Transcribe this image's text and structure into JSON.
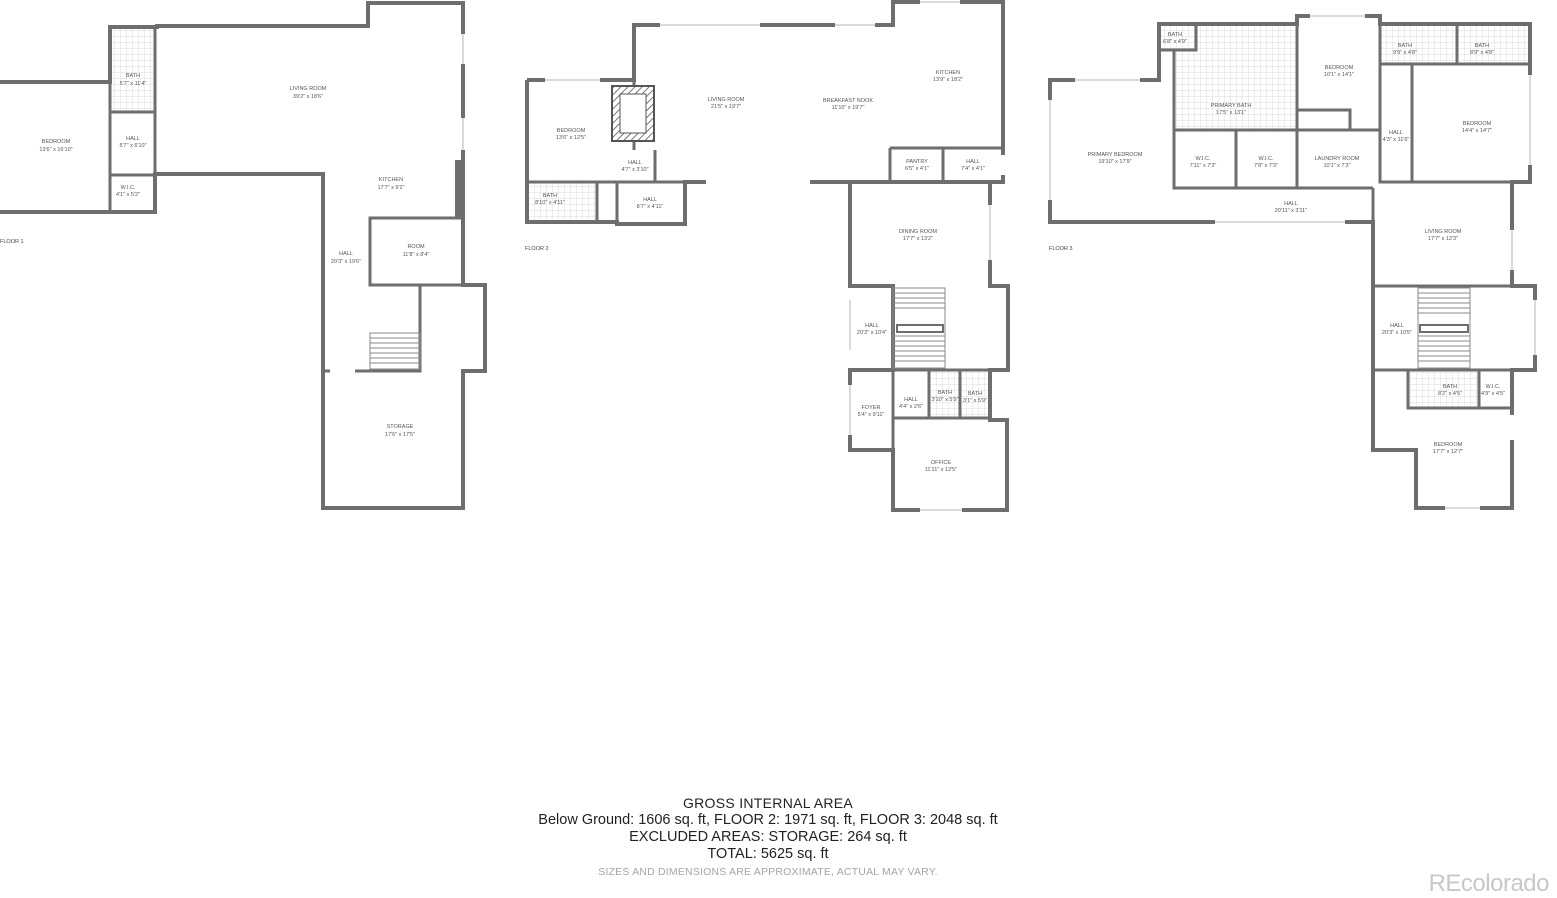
{
  "floors": [
    {
      "label": "FLOOR 1",
      "rooms": [
        {
          "name": "BEDROOM",
          "dims": "13'6\" x 16'10\""
        },
        {
          "name": "BATH",
          "dims": "5'7\" x 11'4\""
        },
        {
          "name": "HALL",
          "dims": "5'7\" x 6'10\""
        },
        {
          "name": "W.I.C.",
          "dims": "4'1\" x 5'2\""
        },
        {
          "name": "LIVING ROOM",
          "dims": "39'2\" x 18'6\""
        },
        {
          "name": "KITCHEN",
          "dims": "17'7\" x 9'2\""
        },
        {
          "name": "HALL",
          "dims": "20'3\" x 19'6\""
        },
        {
          "name": "ROOM",
          "dims": "11'8\" x 8'4\""
        },
        {
          "name": "STORAGE",
          "dims": "17'6\" x 17'5\""
        }
      ]
    },
    {
      "label": "FLOOR 2",
      "rooms": [
        {
          "name": "BEDROOM",
          "dims": "13'6\" x 12'5\""
        },
        {
          "name": "BATH",
          "dims": "8'10\" x 4'11\""
        },
        {
          "name": "LIVING ROOM",
          "dims": "21'5\" x 19'7\""
        },
        {
          "name": "HALL",
          "dims": "4'7\" x 3'10\""
        },
        {
          "name": "HALL",
          "dims": "8'7\" x 4'11\""
        },
        {
          "name": "BREAKFAST NOOK",
          "dims": "11'10\" x 19'7\""
        },
        {
          "name": "KITCHEN",
          "dims": "13'9\" x 18'2\""
        },
        {
          "name": "PANTRY",
          "dims": "6'5\" x 4'1\""
        },
        {
          "name": "HALL",
          "dims": "7'4\" x 4'1\""
        },
        {
          "name": "DINING ROOM",
          "dims": "17'7\" x 13'2\""
        },
        {
          "name": "HALL",
          "dims": "20'3\" x 10'4\""
        },
        {
          "name": "FOYER",
          "dims": "5'4\" x 9'11\""
        },
        {
          "name": "HALL",
          "dims": "4'4\" x 2'6\""
        },
        {
          "name": "BATH",
          "dims": "3'10\" x 5'9\""
        },
        {
          "name": "BATH",
          "dims": "3'1\" x 5'9\""
        },
        {
          "name": "OFFICE",
          "dims": "11'11\" x 12'5\""
        }
      ]
    },
    {
      "label": "FLOOR 3",
      "rooms": [
        {
          "name": "BATH",
          "dims": "6'8\" x 4'9\""
        },
        {
          "name": "PRIMARY BATH",
          "dims": "17'5\" x 13'1\""
        },
        {
          "name": "PRIMARY BEDROOM",
          "dims": "19'10\" x 17'9\""
        },
        {
          "name": "W.I.C.",
          "dims": "7'11\" x 7'3\""
        },
        {
          "name": "W.I.C.",
          "dims": "7'8\" x 7'3\""
        },
        {
          "name": "BEDROOM",
          "dims": "10'1\" x 14'1\""
        },
        {
          "name": "LAUNDRY ROOM",
          "dims": "10'1\" x 7'3\""
        },
        {
          "name": "BATH",
          "dims": "9'9\" x 4'8\""
        },
        {
          "name": "BATH",
          "dims": "8'9\" x 4'8\""
        },
        {
          "name": "HALL",
          "dims": "4'3\" x 11'6\""
        },
        {
          "name": "BEDROOM",
          "dims": "14'4\" x 14'7\""
        },
        {
          "name": "HALL",
          "dims": "20'11\" x 3'11\""
        },
        {
          "name": "LIVING ROOM",
          "dims": "17'7\" x 12'3\""
        },
        {
          "name": "HALL",
          "dims": "20'3\" x 10'5\""
        },
        {
          "name": "BATH",
          "dims": "8'2\" x 4'5\""
        },
        {
          "name": "W.I.C.",
          "dims": "4'9\" x 4'5\""
        },
        {
          "name": "BEDROOM",
          "dims": "17'7\" x 12'7\""
        }
      ]
    }
  ],
  "summary": {
    "title": "GROSS INTERNAL AREA",
    "line1": "Below Ground: 1606 sq. ft, FLOOR 2: 1971 sq. ft, FLOOR 3: 2048 sq. ft",
    "line2": "EXCLUDED AREAS: STORAGE: 264 sq. ft",
    "line3": "TOTAL: 5625 sq. ft",
    "note": "SIZES AND DIMENSIONS ARE APPROXIMATE, ACTUAL MAY VARY."
  },
  "brand": "REcolorado"
}
